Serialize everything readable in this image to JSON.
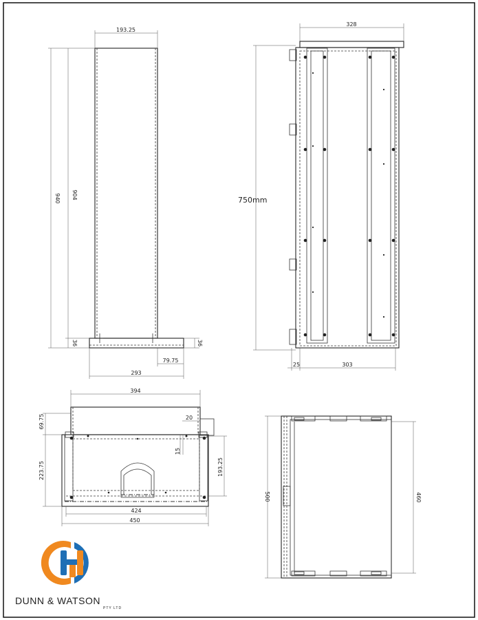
{
  "front_view": {
    "width_top": "193.25",
    "height_total": "940",
    "height_inner": "904",
    "base_height_left": "36",
    "base_height_right": "36",
    "base_offset": "79.75",
    "base_width": "293"
  },
  "side_view": {
    "width_top": "328",
    "height": "750mm",
    "offset_left": "25",
    "width_bottom": "303"
  },
  "top_view": {
    "width_top": "394",
    "depth_top": "69.75",
    "flange": "20",
    "slot": "15",
    "depth_left": "223.75",
    "depth_right": "193.25",
    "width_inner": "424",
    "width_outer": "450"
  },
  "right_view": {
    "depth_outer": "500",
    "depth_inner": "460"
  },
  "logo": {
    "name": "DUNN & WATSON",
    "sub": "PTY LTD",
    "colors": {
      "orange": "#f0891f",
      "blue": "#1f6fb5"
    }
  }
}
